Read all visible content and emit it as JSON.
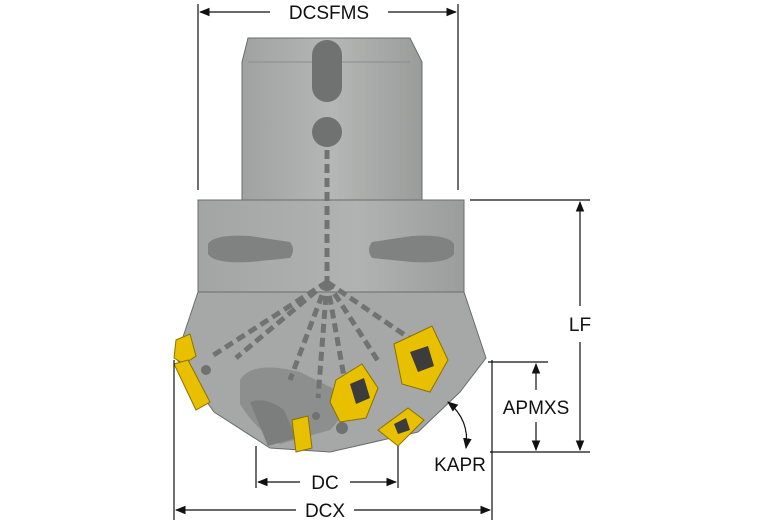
{
  "labels": {
    "dcsfms": "DCSFMS",
    "lf": "LF",
    "apmxs": "APMXS",
    "kapr": "KAPR",
    "dc": "DC",
    "dcx": "DCX"
  },
  "colors": {
    "body_light": "#a9acaa",
    "body_mid": "#8f9290",
    "body_dark": "#6c6f6d",
    "insert_gold": "#e8c000",
    "insert_dark": "#9c8200",
    "line": "#111111"
  }
}
